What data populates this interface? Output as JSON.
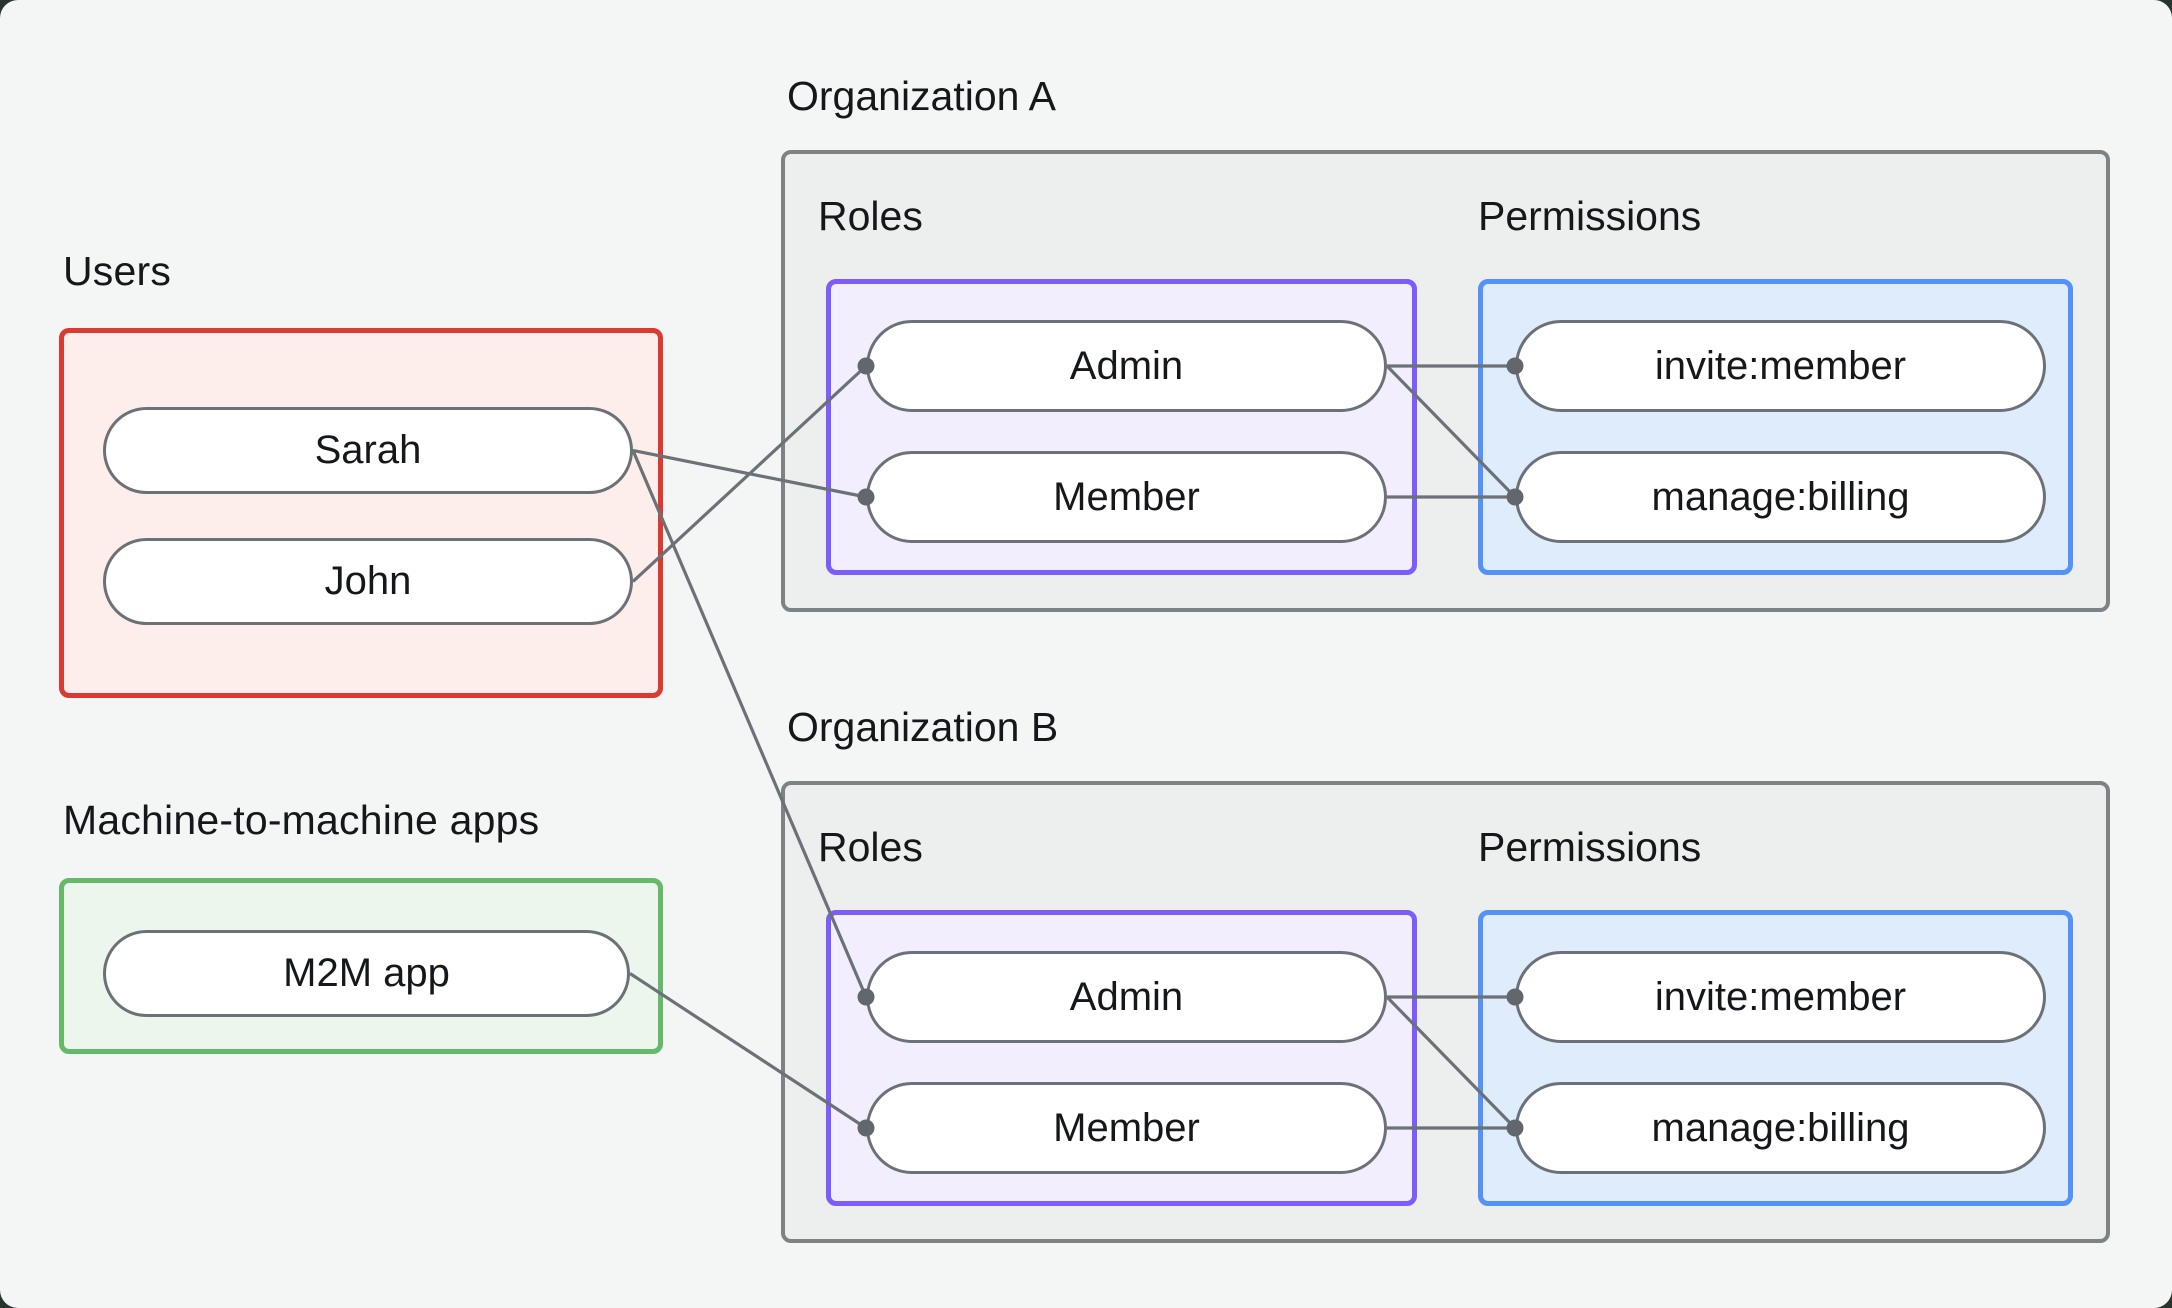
{
  "groups": {
    "users": {
      "title": "Users",
      "nodes": [
        {
          "id": "sarah",
          "label": "Sarah"
        },
        {
          "id": "john",
          "label": "John"
        }
      ]
    },
    "m2m": {
      "title": "Machine-to-machine apps",
      "nodes": [
        {
          "id": "m2m",
          "label": "M2M app"
        }
      ]
    },
    "orgA": {
      "title": "Organization A",
      "roles_title": "Roles",
      "permissions_title": "Permissions",
      "roles": [
        {
          "id": "orgA-admin",
          "label": "Admin"
        },
        {
          "id": "orgA-member",
          "label": "Member"
        }
      ],
      "permissions": [
        {
          "id": "orgA-invite",
          "label": "invite:member"
        },
        {
          "id": "orgA-manage",
          "label": "manage:billing"
        }
      ]
    },
    "orgB": {
      "title": "Organization B",
      "roles_title": "Roles",
      "permissions_title": "Permissions",
      "roles": [
        {
          "id": "orgB-admin",
          "label": "Admin"
        },
        {
          "id": "orgB-member",
          "label": "Member"
        }
      ],
      "permissions": [
        {
          "id": "orgB-invite",
          "label": "invite:member"
        },
        {
          "id": "orgB-manage",
          "label": "manage:billing"
        }
      ]
    }
  },
  "edges": [
    {
      "from": "sarah",
      "to": "orgA-member"
    },
    {
      "from": "john",
      "to": "orgA-admin"
    },
    {
      "from": "sarah",
      "to": "orgB-admin"
    },
    {
      "from": "m2m",
      "to": "orgB-member"
    },
    {
      "from": "orgA-admin",
      "to": "orgA-invite"
    },
    {
      "from": "orgA-admin",
      "to": "orgA-manage"
    },
    {
      "from": "orgA-member",
      "to": "orgA-manage"
    },
    {
      "from": "orgB-admin",
      "to": "orgB-invite"
    },
    {
      "from": "orgB-admin",
      "to": "orgB-manage"
    },
    {
      "from": "orgB-member",
      "to": "orgB-manage"
    }
  ],
  "colors": {
    "background": "#f4f6f5",
    "connector": "#6b7177",
    "dot": "#61676d",
    "node_border": "#6b7177",
    "org_border": "#7d8285",
    "org_fill": "#edefee",
    "users_border": "#d93b31",
    "users_fill": "#fdedeb",
    "m2m_border": "#65b969",
    "m2m_fill": "#ecf6ec",
    "roles_border": "#7c5cfa",
    "roles_fill": "#f3eefe",
    "permissions_border": "#5592f7",
    "permissions_fill": "#dfecfb",
    "text": "#15181b"
  }
}
